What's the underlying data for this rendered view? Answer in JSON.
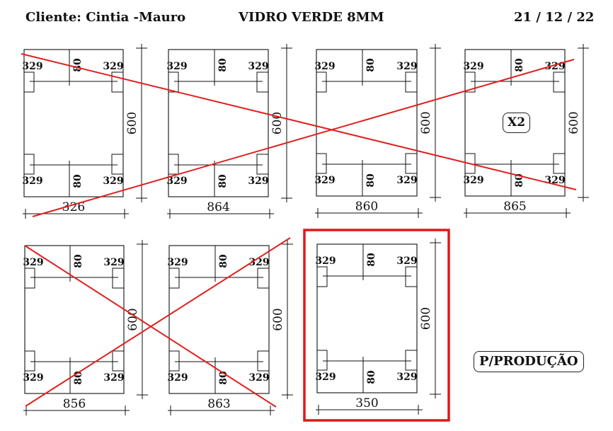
{
  "header": {
    "client": "Cliente: Cintia -Mauro",
    "material": "VIDRO VERDE  8MM",
    "date": "21 / 12 / 22"
  },
  "panels": [
    {
      "width_label": "326",
      "height_label": "600",
      "hole_label": "329",
      "offset_label": "80",
      "crossed": true,
      "highlighted": false
    },
    {
      "width_label": "864",
      "height_label": "600",
      "hole_label": "329",
      "offset_label": "80",
      "crossed": true,
      "highlighted": false
    },
    {
      "width_label": "860",
      "height_label": "600",
      "hole_label": "329",
      "offset_label": "80",
      "crossed": true,
      "highlighted": false
    },
    {
      "width_label": "865",
      "height_label": "600",
      "hole_label": "329",
      "offset_label": "80",
      "crossed": true,
      "highlighted": false,
      "badge": "X2"
    },
    {
      "width_label": "856",
      "height_label": "600",
      "hole_label": "329",
      "offset_label": "80",
      "crossed": true,
      "highlighted": false
    },
    {
      "width_label": "863",
      "height_label": "600",
      "hole_label": "329",
      "offset_label": "80",
      "crossed": true,
      "highlighted": false
    },
    {
      "width_label": "350",
      "height_label": "600",
      "hole_label": "329",
      "offset_label": "80",
      "crossed": false,
      "highlighted": true
    }
  ],
  "production_label": "P/PRODUÇÃO",
  "colors": {
    "ink": "#111111",
    "cross": "#e02020",
    "highlight": "#e01818"
  }
}
